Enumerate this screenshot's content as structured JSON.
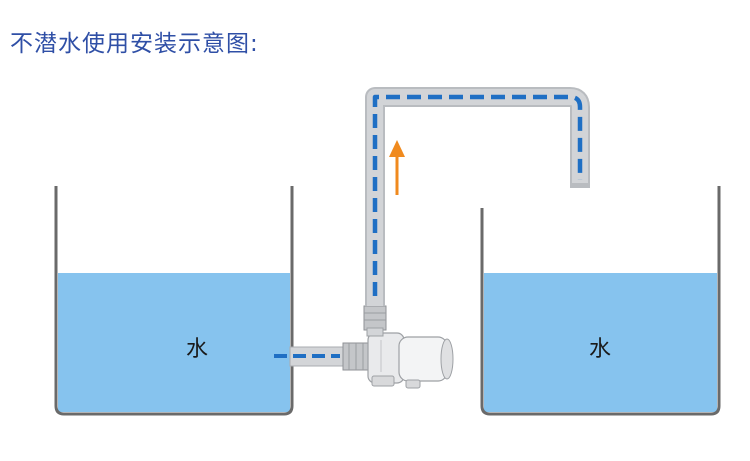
{
  "title": "不潜水使用安装示意图:",
  "tanks": {
    "left_label": "水",
    "right_label": "水"
  },
  "colors": {
    "title": "#2f4fa6",
    "water": "#86c3ee",
    "flow_dash": "#1f6fc4",
    "pipe": "#c4c6c9",
    "arrow": "#f08a1e",
    "tank_wall": "#6a6a6a"
  },
  "icons": {
    "flow_arrow": "arrow-up-icon",
    "pump": "pump-icon"
  }
}
